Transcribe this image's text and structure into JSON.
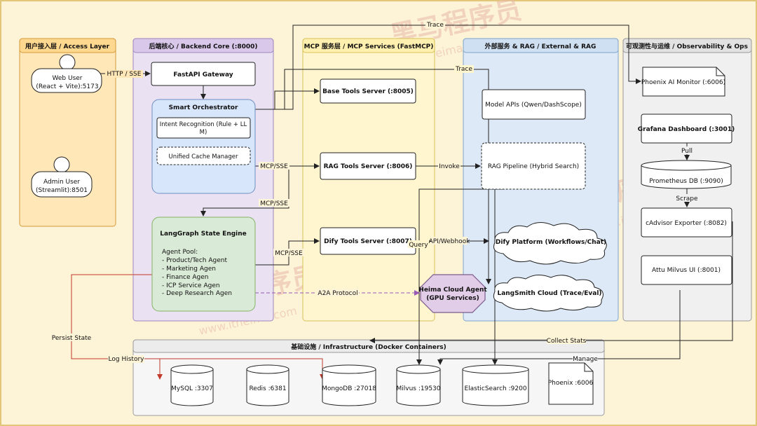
{
  "sections": {
    "access": "用户接入层 / Access Layer",
    "backend": "后端核心 / Backend Core (:8000)",
    "mcp": "MCP 服务层 / MCP Services (FastMCP)",
    "external": "外部服务 & RAG / External & RAG",
    "ops": "可观测性与运维 / Observability & Ops",
    "infra": "基础设施 / Infrastructure (Docker Containers)"
  },
  "actors": {
    "web_user": [
      "Web User",
      "(React + Vite):5173"
    ],
    "admin_user": [
      "Admin User",
      "(Streamlit):8501"
    ]
  },
  "nodes": {
    "gateway": "FastAPI Gateway",
    "orchestrator": "Smart Orchestrator",
    "intent": [
      "Intent Recognition (Rule + LL",
      "M)"
    ],
    "cache": "Unified Cache Manager",
    "langgraph": "LangGraph State Engine",
    "agent_pool": [
      "Agent Pool:",
      "- Product/Tech Agent",
      "- Marketing Agen",
      "- Finance Agen",
      "- ICP Service Agen",
      "- Deep Research Agen"
    ],
    "base_tools": "Base Tools Server (:8005)",
    "rag_tools": "RAG Tools Server (:8006)",
    "dify_tools": "Dify Tools Server (:8007)",
    "model_apis": "Model APIs (Qwen/DashScope)",
    "rag_pipeline": "RAG Pipeline (Hybrid Search)",
    "dify_platform": "Dify Platform (Workflows/Chat)",
    "langsmith": "LangSmith Cloud (Trace/Eval)",
    "heima": [
      "Heima Cloud Agent",
      "(GPU Services)"
    ],
    "phoenix_monitor": "Phoenix AI Monitor (:6006)",
    "grafana": "Grafana Dashboard (:3001)",
    "prometheus": "Prometheus DB (:9090)",
    "cadvisor": "cAdvisor Exporter (:8082)",
    "attu": "Attu Milvus UI (:8001)",
    "mysql": "MySQL :3307",
    "redis": "Redis :6381",
    "mongodb": "MongoDB :27018",
    "milvus": "Milvus :19530",
    "elastic": "ElasticSearch :9200",
    "phoenix": "Phoenix :6006"
  },
  "edges": {
    "http_sse": "HTTP / SSE",
    "trace_top": "Trace",
    "trace_mid": "Trace",
    "mcp_sse_1": "MCP/SSE",
    "mcp_sse_2": "MCP/SSE",
    "mcp_sse_3": "MCP/SSE",
    "invoke": "Invoke",
    "query": "Query",
    "api_webhook": "API/Webhook",
    "a2a": "A2A Protocol",
    "pull": "Pull",
    "scrape": "Scrape",
    "persist": "Persist State",
    "log_history": "Log History",
    "collect": "Collect Stats",
    "manage": "Manage"
  },
  "watermark": {
    "cn": "黑马程序员",
    "url": "www.itheima.com"
  },
  "colors": {
    "page_bg": "#fdf3d6",
    "access_bg": "#ffe7b8",
    "backend_bg": "#eae1f3",
    "mcp_bg": "#fff5cf",
    "external_bg": "#dde9f6",
    "ops_bg": "#f0f0f0",
    "infra_bg": "#f6f6f6",
    "orchestrator_bg": "#d8e6fb",
    "langgraph_bg": "#d9ead6",
    "heima_bg": "#e2cde9",
    "persist_line": "#c0392b",
    "a2a_line": "#9b59b6"
  }
}
